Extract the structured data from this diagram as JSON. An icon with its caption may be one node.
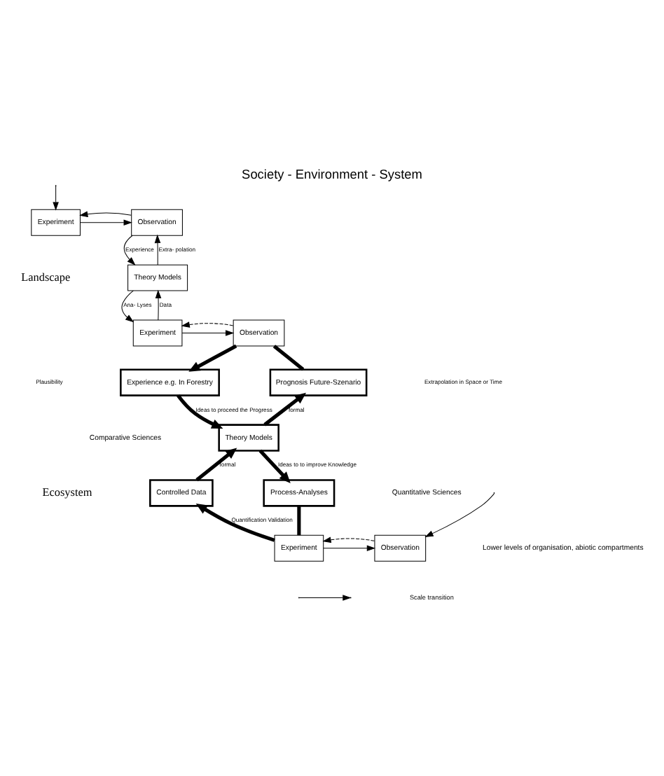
{
  "diagram": {
    "title": "Society - Environment - System",
    "nodes": [
      {
        "text": [
          "Experiment"
        ]
      },
      {
        "text": [
          "Observation"
        ]
      },
      {
        "text": [
          "Theory Models"
        ]
      },
      {
        "text": [
          "Experiment"
        ]
      },
      {
        "text": [
          "Observation"
        ]
      },
      {
        "text": [
          "Experience e.g. In Forestry"
        ]
      },
      {
        "text": [
          "Prognosis Future-Szenario"
        ]
      },
      {
        "text": [
          "Theory Models"
        ]
      },
      {
        "text": [
          "Controlled Data"
        ]
      },
      {
        "text": [
          "Process-Analyses"
        ]
      },
      {
        "text": [
          "Experiment"
        ]
      },
      {
        "text": [
          "Observation"
        ]
      }
    ],
    "edges": [
      {
        "from": null,
        "to": 0,
        "arrow": "to"
      },
      {
        "from": 0,
        "to": 1,
        "arrow": "to"
      },
      {
        "from": 1,
        "to": 0,
        "arrow": "to"
      },
      {
        "from": 1,
        "to": 2,
        "arrow": "to",
        "label": "Experience"
      },
      {
        "from": 2,
        "to": 1,
        "arrow": "to",
        "label": "Extra- polation"
      },
      {
        "from": 3,
        "to": 2,
        "arrow": "to",
        "label": "Data"
      },
      {
        "from": 2,
        "to": 3,
        "arrow": "to",
        "label": "Ana- Lyses"
      },
      {
        "from": 3,
        "to": 4,
        "arrow": "to"
      },
      {
        "from": 4,
        "to": 3,
        "arrow": "to",
        "style": "dashed"
      },
      {
        "from": 4,
        "to": 5,
        "arrow": "to",
        "style": "thick"
      },
      {
        "from": 4,
        "to": 6,
        "arrow": "none",
        "style": "thick"
      },
      {
        "from": 5,
        "to": 7,
        "arrow": "to",
        "style": "thick",
        "label": "Ideas to proceed the Progress"
      },
      {
        "from": 7,
        "to": 6,
        "arrow": "to",
        "style": "thick",
        "label": "formal"
      },
      {
        "from": 8,
        "to": 7,
        "arrow": "to",
        "style": "thick",
        "label": "formal"
      },
      {
        "from": 7,
        "to": 9,
        "arrow": "to",
        "style": "thick",
        "label": "Ideas to to improve Knowledge"
      },
      {
        "from": 10,
        "to": 8,
        "arrow": "to",
        "style": "thick",
        "label": "Quantification Validation"
      },
      {
        "from": 9,
        "to": 10,
        "arrow": "none",
        "style": "thick"
      },
      {
        "from": 10,
        "to": 11,
        "arrow": "to"
      },
      {
        "from": 11,
        "to": 10,
        "arrow": "to",
        "style": "dashed"
      },
      {
        "from": null,
        "to": 11,
        "arrow": "to"
      }
    ],
    "labels": [
      "Landscape",
      "Plausibility",
      "Extrapolation in Space or Time",
      "Comparative Sciences",
      "Ecosystem",
      "Quantitative Sciences",
      "Lower levels of organisation, abiotic compartments"
    ],
    "legend": [
      {
        "text": "Scale transition"
      }
    ]
  }
}
